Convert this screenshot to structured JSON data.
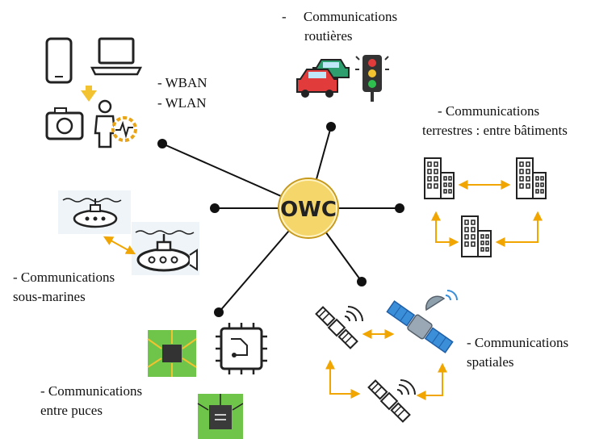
{
  "center": {
    "label": "OWC"
  },
  "labels": {
    "wban": "- WBAN",
    "wlan": "- WLAN",
    "road_1": "-     Communications",
    "road_2": "routières",
    "terrestrial_1": "- Communications",
    "terrestrial_2": "terrestres : entre bâtiments",
    "underwater_1": "- Communications",
    "underwater_2": "sous-marines",
    "chips_1": "- Communications",
    "chips_2": "entre puces",
    "space_1": "- Communications",
    "space_2": "spatiales"
  },
  "icons": [
    "smartphone-icon",
    "laptop-icon",
    "camera-icon",
    "health-monitor-icon",
    "cars-icon",
    "traffic-light-icon",
    "building-icon",
    "submarine-icon",
    "chip-icon",
    "satellite-icon",
    "satellite-dish-icon"
  ],
  "colors": {
    "center_fill": "#f5d66a",
    "center_border": "#c79a1c",
    "arrow": "#f0a500",
    "line": "#111111"
  }
}
